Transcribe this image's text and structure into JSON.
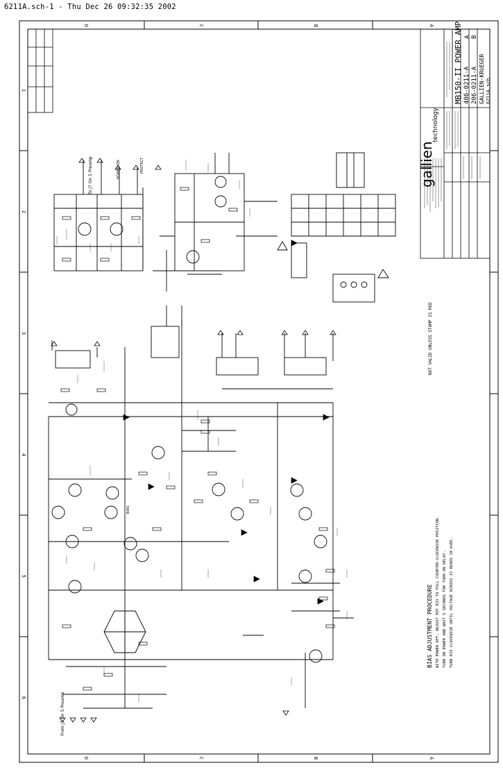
{
  "header": {
    "text": "6211A.sch-1 - Thu Dec 26 09:32:35 2002"
  },
  "border": {
    "zones_letters": [
      "D",
      "C",
      "B",
      "A"
    ],
    "zones_numbers": [
      "1",
      "2",
      "3",
      "4",
      "5",
      "6"
    ]
  },
  "title_block": {
    "company": "gallien",
    "company_suffix": "technology",
    "title": "MB150-II POWER AMP",
    "pcb_number": "406-0211-A",
    "assy_number": "206-0211-A",
    "size_b": "B",
    "rev": "A",
    "brand": "GALLIEN-KRUEGER",
    "filename": "6211A.sch"
  },
  "stamp_note": "NOT VALID UNLESS STAMP IS RED",
  "bias": {
    "title": "BIAS ADJUSTMENT PROCEDURE",
    "line1": "WITH POWER OFF, ADJUST POT R33 TO FULL COUNTER-CLOCKWISE POSITION.",
    "line2": "TURN ON POWER AND WAIT 5 SECONDS FOR TURN ON DELAY.",
    "line3": "TURN R33 CLOCKWISE UNTIL VOLTAGE ACROSS J3 READS 10 mVDC."
  },
  "labels": {
    "preamp_out": "To J7 On 5 Preamp",
    "preamp_in": "From J3 On 5 Preamp",
    "power_on": "POWER ON",
    "protect": "PROTECT",
    "bias_lbl": "BIAS"
  }
}
